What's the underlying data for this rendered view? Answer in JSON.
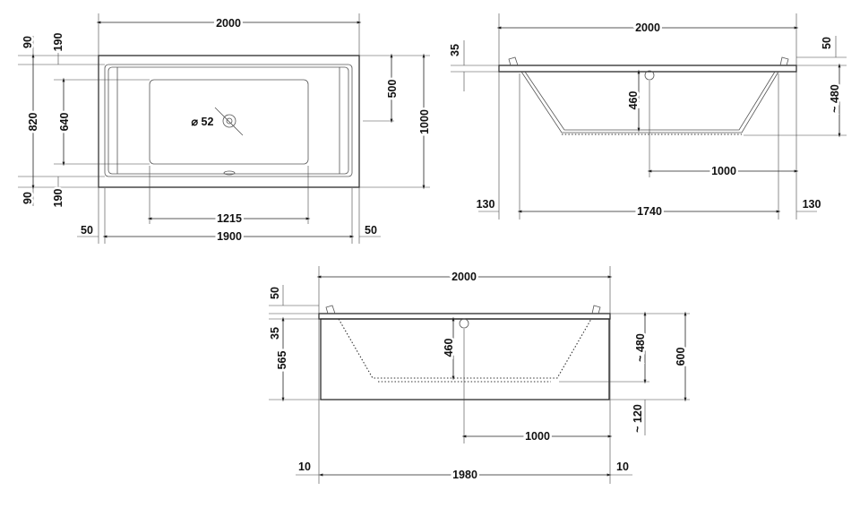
{
  "top_view": {
    "total_length": "2000",
    "width_outer": "1000",
    "width_inner": "820",
    "rim_top": "90",
    "rim_top_inner": "190",
    "rim_bottom": "90",
    "rim_bottom_inner": "190",
    "floor_width": "640",
    "drain_offset": "500",
    "drain_diameter": "⌀ 52",
    "floor_length": "1215",
    "inner_length": "1900",
    "side_left": "50",
    "side_right": "50"
  },
  "side_view": {
    "total_length": "2000",
    "rim_height": "35",
    "rim_right": "50",
    "inner_depth": "460",
    "outer_depth": "~ 480",
    "drain_distance": "1000",
    "left_offset": "130",
    "base_length": "1740",
    "right_offset": "130"
  },
  "front_view": {
    "total_length": "2000",
    "rim_top": "50",
    "rim_height": "35",
    "panel_height": "565",
    "inner_depth": "460",
    "outer_depth": "~ 480",
    "overall_height": "600",
    "feet": "~ 120",
    "drain_distance": "1000",
    "left_offset": "10",
    "panel_length": "1980",
    "right_offset": "10"
  }
}
